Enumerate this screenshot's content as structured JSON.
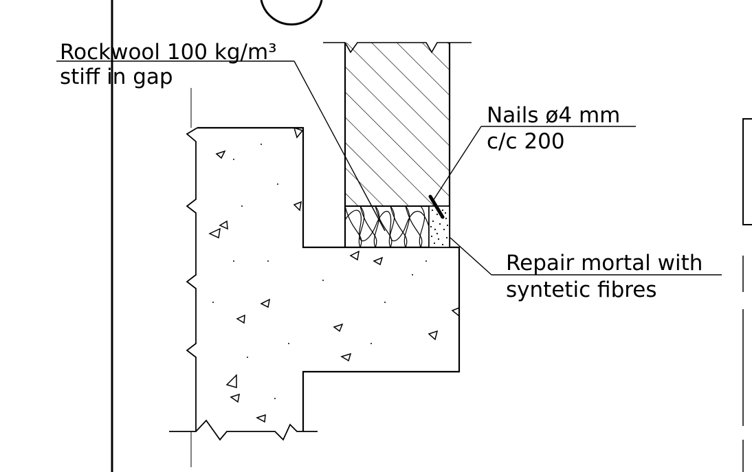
{
  "labels": {
    "rockwool_line1": "Rockwool 100 kg/m³",
    "rockwool_line2": "stiff in gap",
    "nails_line1": "Nails ø4 mm",
    "nails_line2": "c/c 200",
    "mortar_line1": "Repair mortal with",
    "mortar_line2": "syntetic fibres"
  },
  "materials": {
    "timber_hatch": "diagonal-hatch",
    "insulation": "rockwool-loops",
    "concrete": "concrete-aggregate",
    "mortar": "stipple"
  },
  "colors": {
    "ink": "#000000",
    "paper": "#ffffff"
  }
}
